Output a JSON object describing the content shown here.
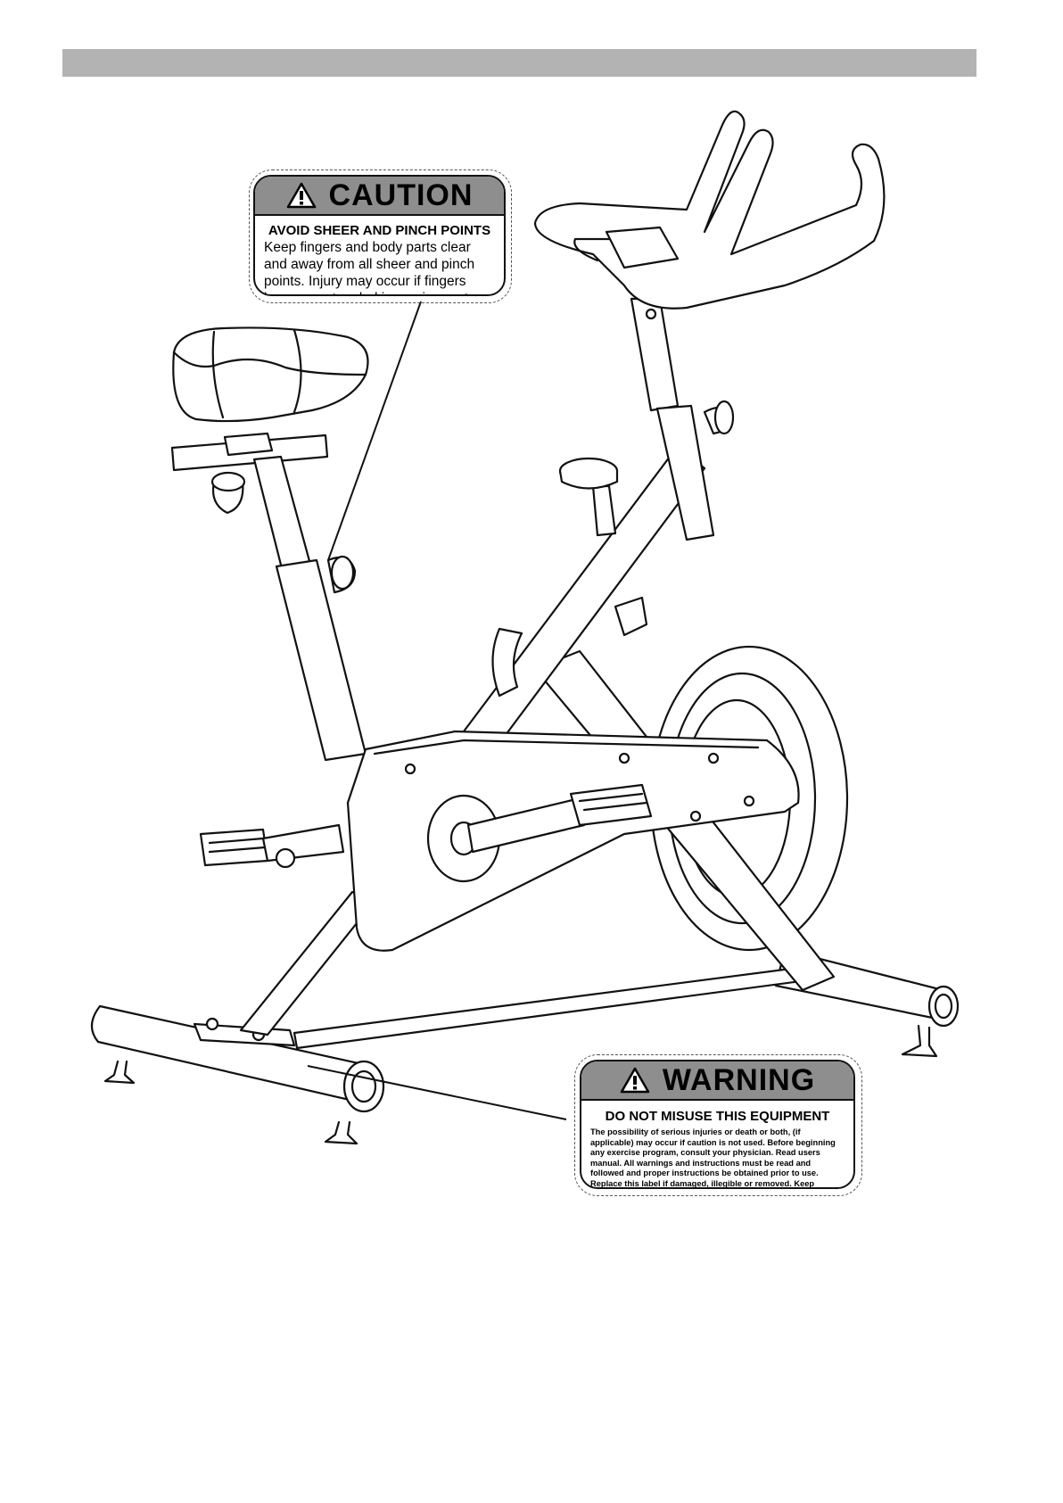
{
  "caution_label": {
    "heading": "CAUTION",
    "subheading": "AVOID SHEER AND PINCH POINTS",
    "body": "Keep fingers and body parts clear and away from all sheer and pinch points. Injury may occur if fingers become entangled in moving parts."
  },
  "warning_label": {
    "heading": "WARNING",
    "subheading": "DO NOT MISUSE THIS EQUIPMENT",
    "body": "The possibility of serious injuries or death or both, (if applicable) may occur if caution is not used. Before beginning any exercise program, consult your physician. Read users manual. All warnings and instructions must be read and followed and proper instructions be obtained prior to use. Replace this label if damaged, illegible or removed. Keep children and pets away from this equipment. This machine is designed and intended for home and consumer use only, not for commercial use."
  },
  "colors": {
    "header_bar": "#b3b3b3",
    "label_heading_band": "#8e8e8e"
  },
  "icons": [
    "warning-triangle-icon"
  ]
}
